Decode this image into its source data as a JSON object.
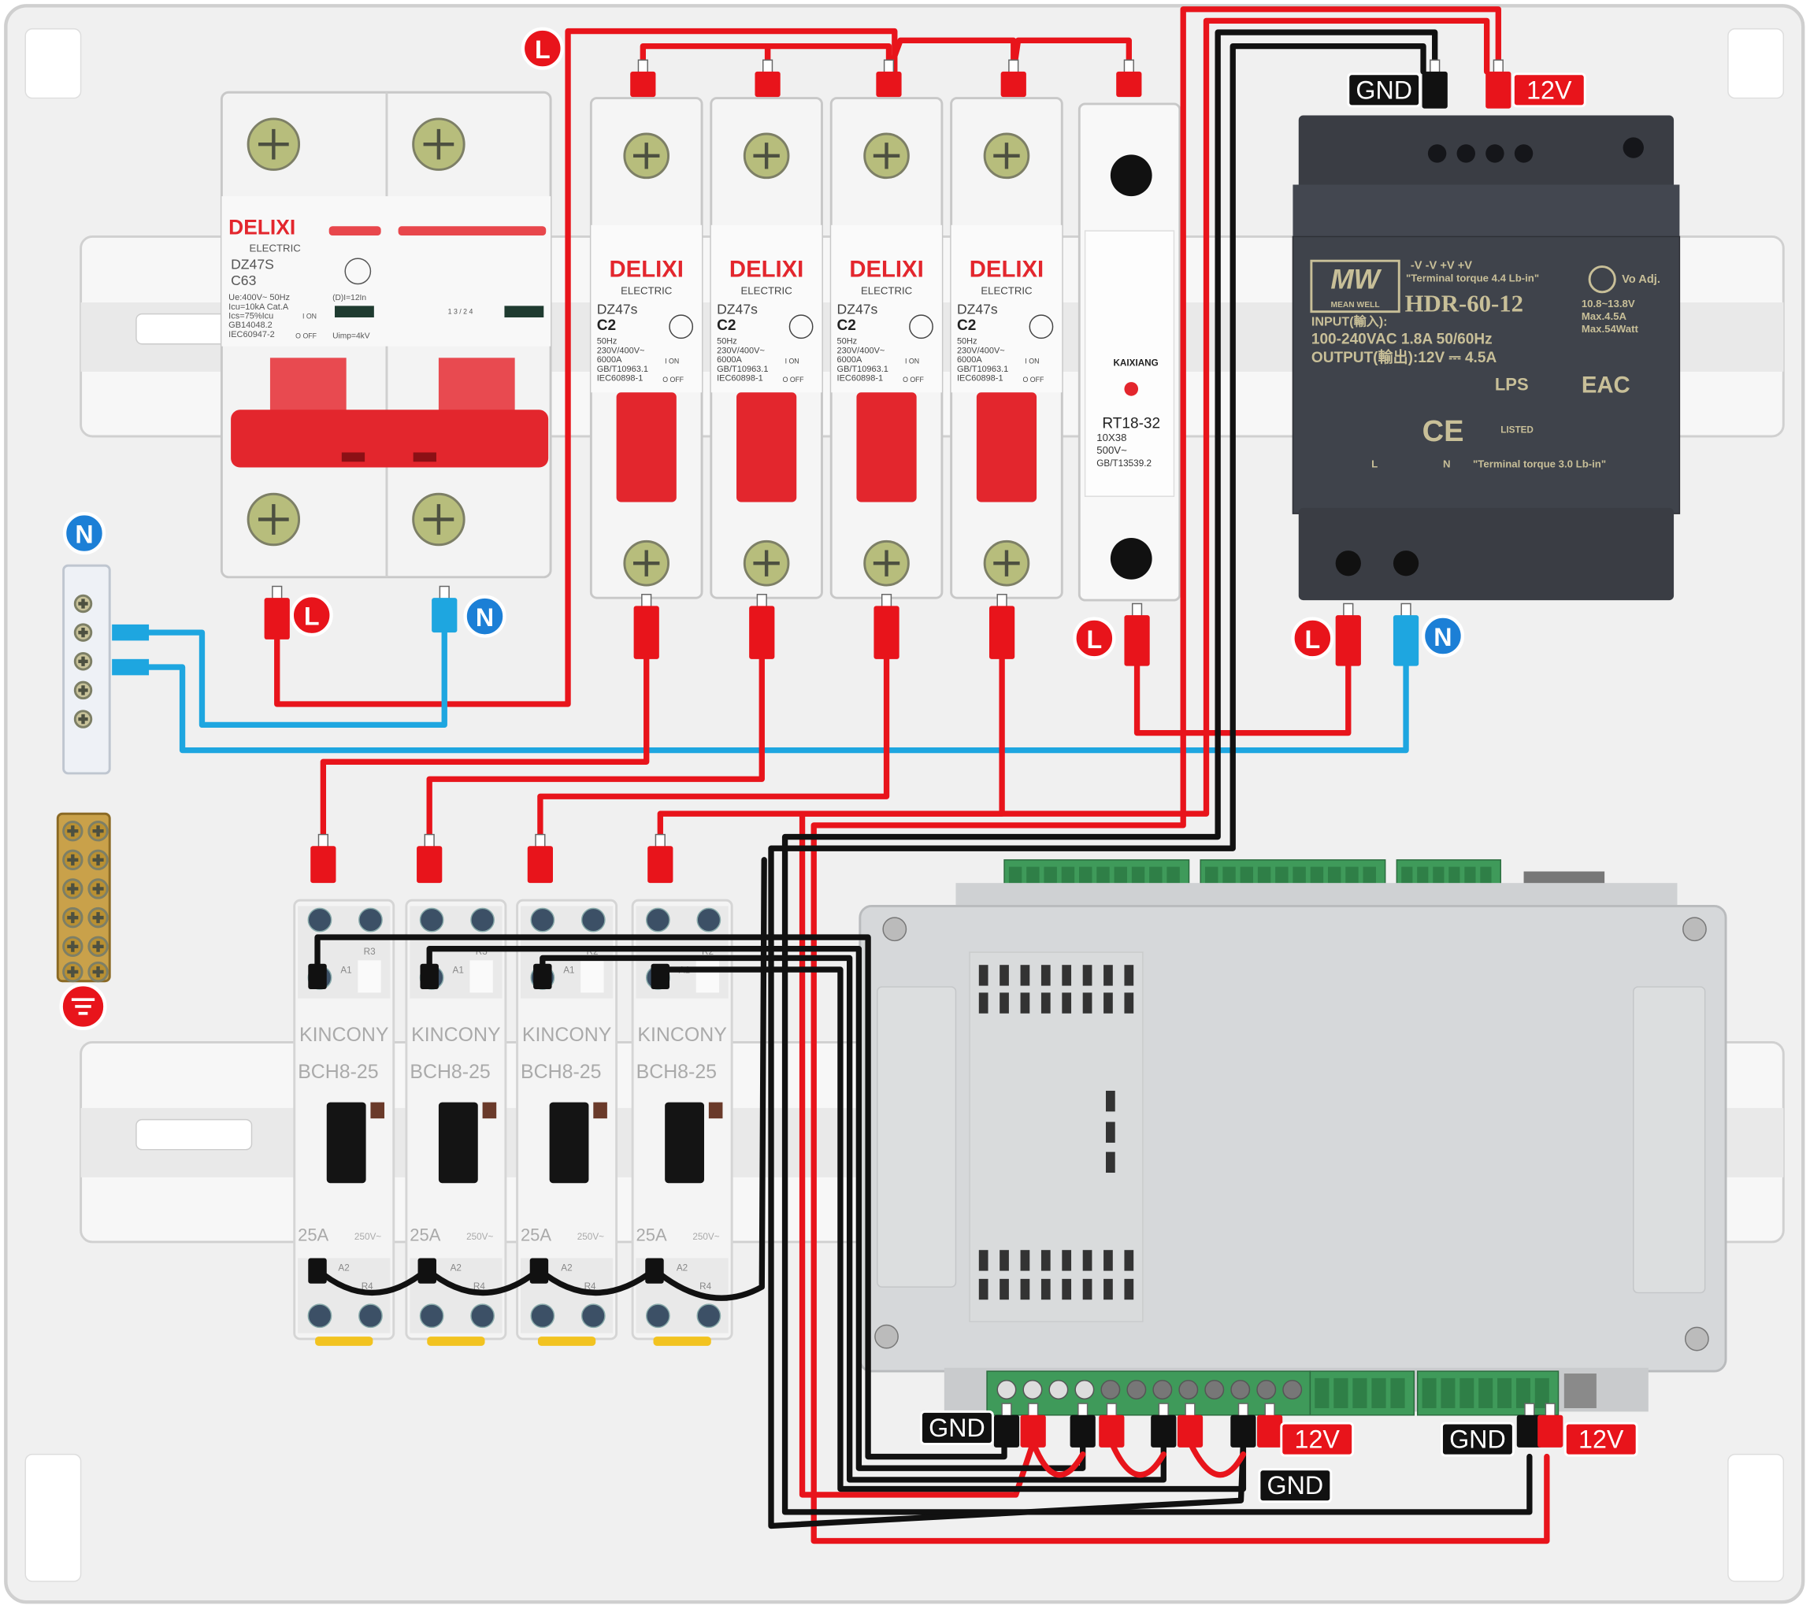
{
  "wire_labels": {
    "line": "L",
    "neutral": "N",
    "ground": "GND",
    "dc_positive": "12V"
  },
  "main_breaker": {
    "brand": "DELIXI",
    "sub": "ELECTRIC",
    "model": "DZ47S",
    "rating": "C63",
    "specs": [
      "Ue:400V~  50Hz",
      "Icu=10kA  Cat.A",
      "Ics=75%Icu",
      "GB14048.2",
      "IEC60947-2"
    ],
    "on": "I ON",
    "off": "O OFF",
    "di": "(D)I=12In",
    "uimp": "Uimp=4kV",
    "terminals": "1 3 / 2 4"
  },
  "mcbs": [
    {
      "brand": "DELIXI",
      "sub": "ELECTRIC",
      "model": "DZ47s",
      "rating": "C2",
      "specs": [
        "50Hz",
        "230V/400V~",
        "6000A",
        "GB/T10963.1",
        "IEC60898-1"
      ],
      "on": "I ON",
      "off": "O OFF"
    },
    {
      "brand": "DELIXI",
      "sub": "ELECTRIC",
      "model": "DZ47s",
      "rating": "C2",
      "specs": [
        "50Hz",
        "230V/400V~",
        "6000A",
        "GB/T10963.1",
        "IEC60898-1"
      ],
      "on": "I ON",
      "off": "O OFF"
    },
    {
      "brand": "DELIXI",
      "sub": "ELECTRIC",
      "model": "DZ47s",
      "rating": "C2",
      "specs": [
        "50Hz",
        "230V/400V~",
        "6000A",
        "GB/T10963.1",
        "IEC60898-1"
      ],
      "on": "I ON",
      "off": "O OFF"
    },
    {
      "brand": "DELIXI",
      "sub": "ELECTRIC",
      "model": "DZ47s",
      "rating": "C2",
      "specs": [
        "50Hz",
        "230V/400V~",
        "6000A",
        "GB/T10963.1",
        "IEC60898-1"
      ],
      "on": "I ON",
      "off": "O OFF"
    }
  ],
  "fuse": {
    "brand": "KAIXIANG",
    "model": "RT18-32",
    "size": "10X38",
    "voltage": "500V~",
    "standard": "GB/T13539.2"
  },
  "psu": {
    "logo": "MW",
    "logo_sub": "MEAN WELL",
    "terminals_top": "-V   -V   +V   +V",
    "torque_top": "\"Terminal torque 4.4 Lb-in\"",
    "model": "HDR-60-12",
    "input_label": "INPUT(輸入):",
    "input": "100-240VAC  1.8A  50/60Hz",
    "output": "OUTPUT(輸出):12V ⎓ 4.5A",
    "adj": "Vo Adj.",
    "range": "10.8~13.8V",
    "max_a": "Max.4.5A",
    "max_w": "Max.54Watt",
    "lps": "LPS",
    "eac": "EAC",
    "ce": "CE",
    "listed": "LISTED",
    "torque_bottom": "\"Terminal torque 3.0 Lb-in\"",
    "term_l": "L",
    "term_n": "N"
  },
  "contactors": [
    {
      "brand": "KINCONY",
      "model": "BCH8-25",
      "current": "25A",
      "voltage": "250V~",
      "a1": "A1",
      "a2": "A2",
      "r_top": "R3",
      "r_bottom": "R4"
    },
    {
      "brand": "KINCONY",
      "model": "BCH8-25",
      "current": "25A",
      "voltage": "250V~",
      "a1": "A1",
      "a2": "A2",
      "r_top": "R3",
      "r_bottom": "R4"
    },
    {
      "brand": "KINCONY",
      "model": "BCH8-25",
      "current": "25A",
      "voltage": "250V~",
      "a1": "A1",
      "a2": "A2",
      "r_top": "R2",
      "r_bottom": "R4"
    },
    {
      "brand": "KINCONY",
      "model": "BCH8-25",
      "current": "25A",
      "voltage": "250V~",
      "a1": "A1",
      "a2": "A2",
      "r_top": "R2",
      "r_bottom": "R4"
    }
  ],
  "colors": {
    "line_wire": "#e8141b",
    "neutral_wire": "#1ea6e0",
    "ground_wire": "#111111",
    "breaker_handle": "#e3262d",
    "psu_body": "#3f434b",
    "terminal_block": "#3f9a5a",
    "controller_body": "#d6d8da",
    "panel": "#f0f0f0"
  },
  "icons": {
    "earth": "earth-ground-icon",
    "ccc": "ccc-cert-icon"
  }
}
